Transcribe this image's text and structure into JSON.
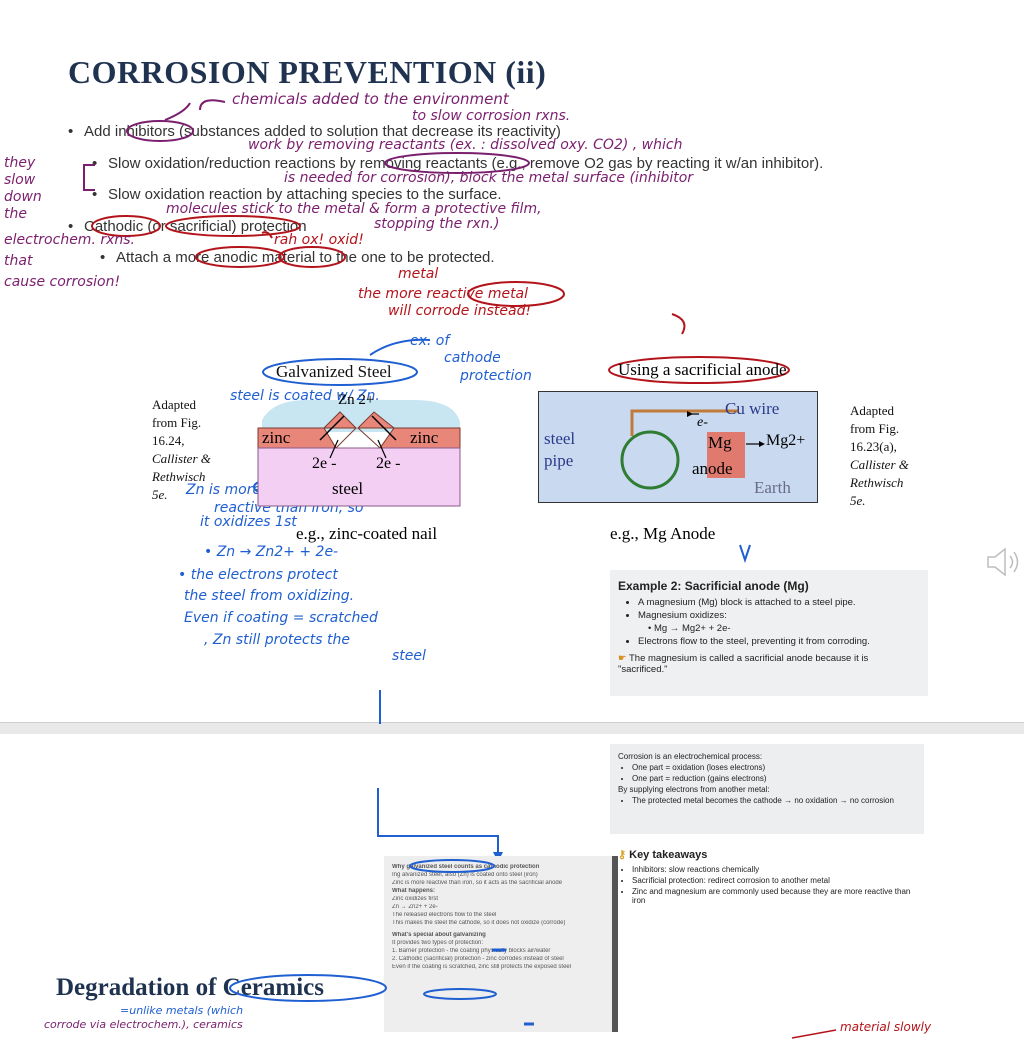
{
  "slide": {
    "title": "CORROSION PREVENTION (ii)",
    "bullets": [
      "Add inhibitors (substances added to solution that decrease its reactivity)",
      "Slow oxidation/reduction reactions by removing reactants (e.g., remove O2 gas by reacting it w/an inhibitor).",
      "Slow oxidation reaction by attaching species to the surface.",
      "Cathodic (or sacrificial) protection",
      "Attach a more anodic material to the one to be protected."
    ],
    "bullet_mark": "•"
  },
  "annotations": {
    "purple": [
      "chemicals added to the environment",
      "to slow corrosion rxns.",
      "work by removing reactants (ex. : dissolved oxy. CO2) , which",
      "is needed for corrosion), block the metal surface (inhibitor",
      "molecules stick to the metal & form a protective film,",
      "stopping the rxn.)",
      "they",
      "slow",
      "down",
      "the",
      "electrochem. rxns.",
      "that",
      "cause corrosion!"
    ],
    "red": [
      "rah ox! oxid!",
      "metal",
      "the more reactive metal",
      "will corrode instead!"
    ],
    "blue": [
      "ex. of",
      "cathode",
      "protection",
      "steel is coated w/ Zn.",
      "Zn is more",
      "reactive than iron, so",
      "it oxidizes 1st",
      "• Zn → Zn2+ + 2e-",
      "• the electrons protect",
      "the steel from oxidizing.",
      "Even if coating = scratched",
      ", Zn still protects the",
      "steel"
    ]
  },
  "galvanized": {
    "title": "Galvanized Steel",
    "ion": "Zn 2+",
    "left_label": "zinc",
    "right_label": "zinc",
    "electron_left": "2e -",
    "electron_right": "2e -",
    "base_label": "steel",
    "caption": "e.g., zinc-coated nail",
    "adapted": [
      "Adapted",
      "from Fig.",
      "16.24,",
      "Callister &",
      "Rethwisch",
      "5e."
    ]
  },
  "sacrificial": {
    "title": "Using a sacrificial anode",
    "pipe_label_1": "steel",
    "pipe_label_2": "pipe",
    "wire": "Cu wire",
    "electron": "e-",
    "anode_1": "Mg",
    "anode_2": "anode",
    "ion": "Mg2+",
    "earth": "Earth",
    "caption": "e.g., Mg Anode",
    "adapted": [
      "Adapted",
      "from Fig.",
      "16.23(a),",
      "Callister &",
      "Rethwisch",
      "5e."
    ]
  },
  "example_box": {
    "title": "Example 2: Sacrificial anode (Mg)",
    "items": [
      "A magnesium (Mg) block is attached to a steel pipe.",
      "Magnesium oxidizes:",
      "Mg → Mg2+ + 2e-",
      "Electrons flow to the steel, preventing it from corroding."
    ],
    "note": "The magnesium is called a sacrificial anode because it is \"sacrificed.\""
  },
  "electrochem_box": {
    "line1": "Corrosion is an electrochemical process:",
    "items": [
      "One part = oxidation (loses electrons)",
      "One part = reduction (gains electrons)"
    ],
    "line2": "By supplying electrons from another metal:",
    "item3": "The protected metal becomes the cathode → no oxidation → no corrosion"
  },
  "takeaways": {
    "title": "Key takeaways",
    "items": [
      "Inhibitors: slow reactions chemically",
      "Sacrificial protection: redirect corrosion to another metal",
      "Zinc and magnesium are commonly used because they are more reactive than iron"
    ]
  },
  "galv_shot": {
    "title": "Why galvanized steel counts as cathodic protection",
    "lines": [
      "Ing alvanized steel, also (Zn) is coated onto steel (iron)",
      "Zinc is more reactive than iron, so it acts as the sacrificial anode",
      "What happens:",
      "Zinc oxidizes first",
      "Zn → Zn2+ + 2e-",
      "The released electrons flow to the steel",
      "This makes the steel the cathode, so it does not oxidize (corrode)",
      "What's special about galvanizing",
      "It provides two types of protection:",
      "1. Barrier protection - the coating physically blocks air/water",
      "2. Cathodic (sacrificial) protection - zinc corrodes instead of steel",
      "Even if the coating is scratched, zinc still protects the exposed steel"
    ]
  },
  "lower": {
    "heading": "Degradation of Ceramics",
    "note_blue": "=unlike metals (which",
    "note_blue2": "corrode via electrochem.), ceramics",
    "note_red": "material slowly"
  },
  "colors": {
    "title": "#1f3350",
    "purple_ink": "#7a1f6e",
    "red_ink": "#b3141b",
    "blue_ink": "#1f5fd1"
  }
}
